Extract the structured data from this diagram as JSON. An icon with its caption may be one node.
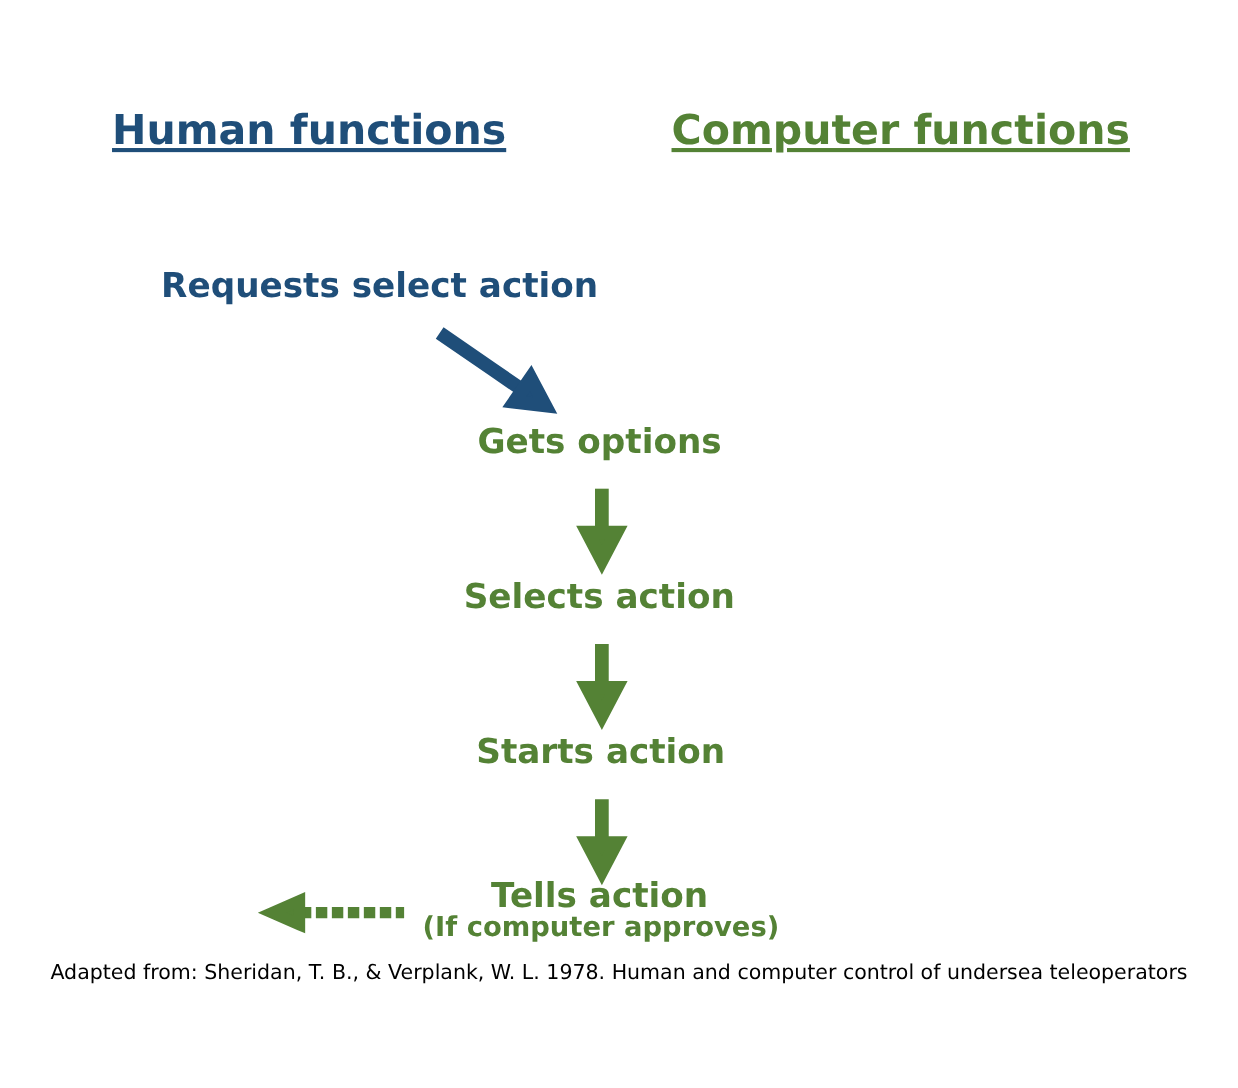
{
  "diagram": {
    "caption": "Adapted from: Sheridan, T. B., & Verplank, W. L. 1978. Human and computer control of undersea teleoperators",
    "nodes": [
      {
        "text": [
          "Requests select action"
        ]
      },
      {
        "text": [
          "Gets options"
        ]
      },
      {
        "text": [
          "Selects action"
        ]
      },
      {
        "text": [
          "Starts action"
        ]
      },
      {
        "text": [
          "Tells action",
          "(If computer approves)"
        ]
      }
    ],
    "edges": [
      {
        "from": 0,
        "to": 1,
        "arrow": "to",
        "color": "#1f4e79"
      },
      {
        "from": 1,
        "to": 2,
        "arrow": "to"
      },
      {
        "from": 2,
        "to": 3,
        "arrow": "to"
      },
      {
        "from": 3,
        "to": 4,
        "arrow": "to"
      },
      {
        "from": 4,
        "to": null,
        "arrow": "to",
        "style": "dashed"
      }
    ],
    "labels": [
      "Human functions",
      "Computer functions"
    ]
  }
}
